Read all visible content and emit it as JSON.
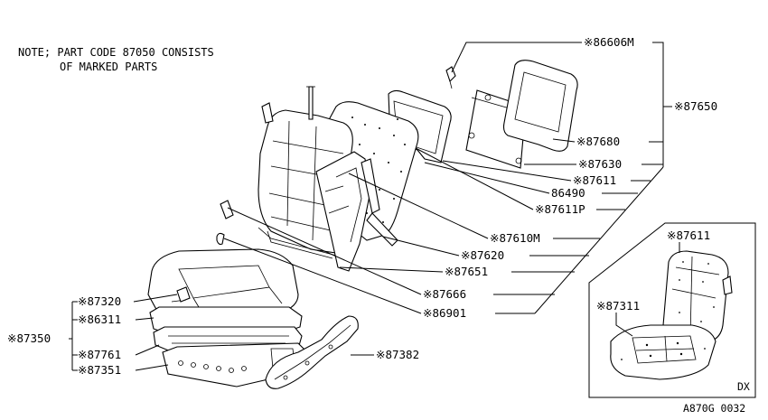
{
  "note": {
    "line1": "NOTE; PART CODE 87050 CONSISTS",
    "line2": "OF    MARKED PARTS"
  },
  "callouts": {
    "c86606M": "※86606M",
    "c87650": "※87650",
    "c87680": "※87680",
    "c87630": "※87630",
    "c87611": "※87611",
    "c86490": "86490",
    "c87611P": "※87611P",
    "c87610M": "※87610M",
    "c87620": "※87620",
    "c87651": "※87651",
    "c87666": "※87666",
    "c86901": "※86901",
    "c87320": "※87320",
    "c86311": "※86311",
    "c87350": "※87350",
    "c87761": "※87761",
    "c87351": "※87351",
    "c87382": "※87382"
  },
  "inset": {
    "c87611": "※87611",
    "c87311": "※87311",
    "variant": "DX"
  },
  "figure_code": "A870G 0032"
}
